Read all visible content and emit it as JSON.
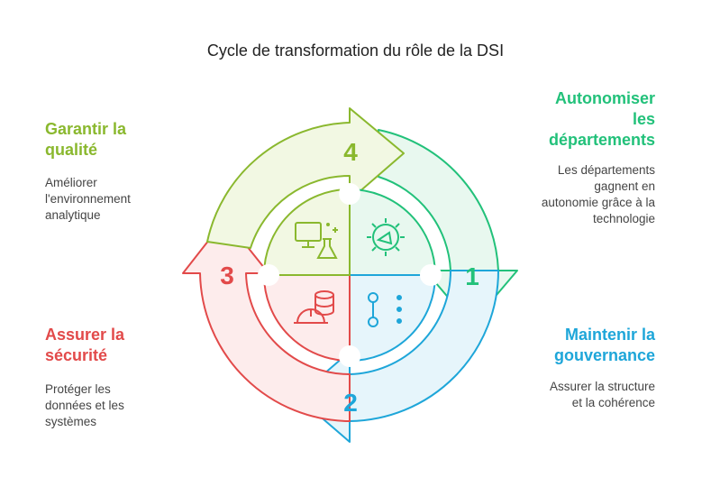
{
  "title": "Cycle de transformation du rôle de la DSI",
  "colors": {
    "green": "#22c17a",
    "blue": "#1ea6d9",
    "red": "#e24a4a",
    "olive": "#8ab82e"
  },
  "steps": [
    {
      "number": "1",
      "heading": "Autonomiser les départements",
      "heading_lines": [
        "Autonomiser",
        "les",
        "départements"
      ],
      "desc_lines": [
        "Les départements",
        "gagnent en",
        "autonomie grâce à la",
        "technologie"
      ],
      "icon": "megaphone-gear-icon"
    },
    {
      "number": "2",
      "heading_lines": [
        "Maintenir la",
        "gouvernance"
      ],
      "desc_lines": [
        "Assurer la structure",
        "et la cohérence"
      ],
      "icon": "nodes-icon"
    },
    {
      "number": "3",
      "heading_lines": [
        "Assurer la",
        "sécurité"
      ],
      "desc_lines": [
        "Protéger les",
        "données et les",
        "systèmes"
      ],
      "icon": "hardhat-database-icon"
    },
    {
      "number": "4",
      "heading_lines": [
        "Garantir la",
        "qualité"
      ],
      "desc_lines": [
        "Améliorer",
        "l'environnement",
        "analytique"
      ],
      "icon": "monitor-flask-icon"
    }
  ]
}
